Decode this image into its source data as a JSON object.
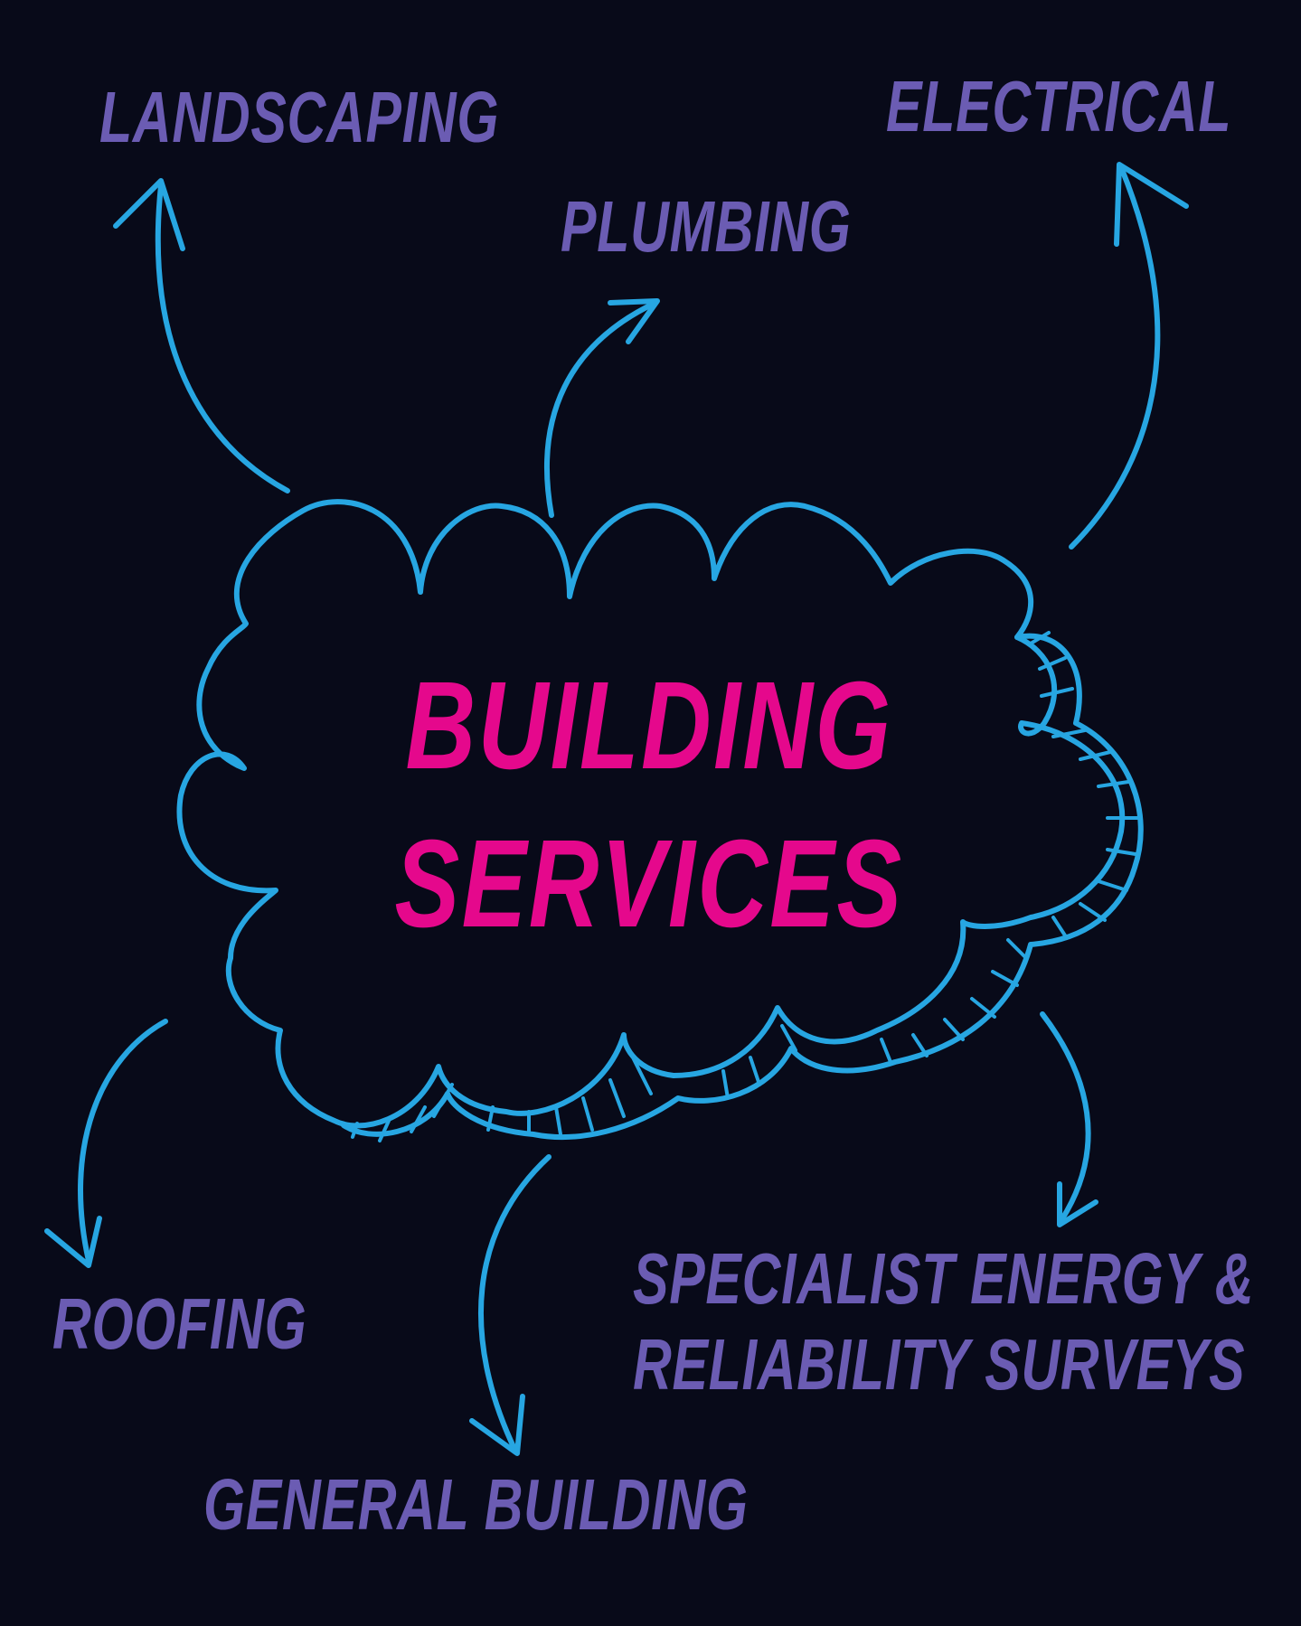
{
  "center": {
    "line1": "BUILDING",
    "line2": "SERVICES"
  },
  "services": {
    "landscaping": "LANDSCAPING",
    "plumbing": "PLUMBING",
    "electrical": "ELECTRICAL",
    "roofing": "ROOFING",
    "general_building": "GENERAL BUILDING",
    "specialist_line1": "SPECIALIST ENERGY &",
    "specialist_line2": "RELIABILITY SURVEYS"
  },
  "colors": {
    "background": "#080a19",
    "center_text": "#e5088c",
    "service_text": "#6b5cb3",
    "lines": "#27a6e2"
  }
}
